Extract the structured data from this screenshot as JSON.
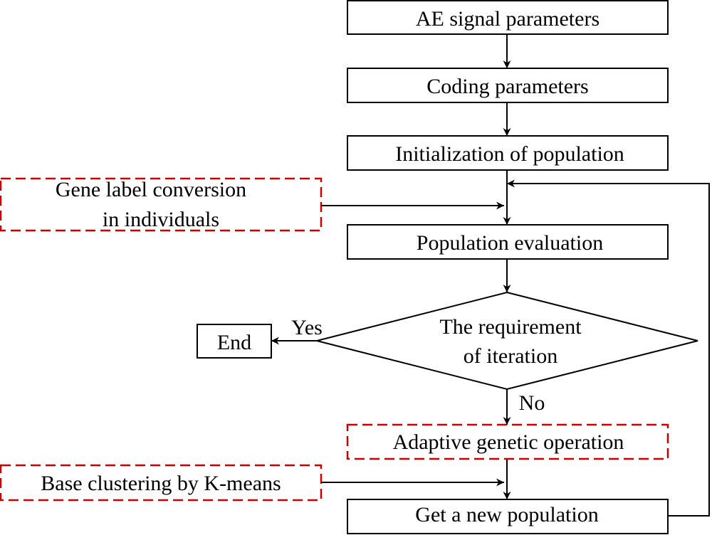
{
  "nodes": {
    "ae_signal": "AE signal parameters",
    "coding": "Coding parameters",
    "init_population": "Initialization of population",
    "gene_label_line1": "Gene label conversion",
    "gene_label_line2": "in individuals",
    "population_eval": "Population evaluation",
    "decision_line1": "The requirement",
    "decision_line2": "of iteration",
    "end": "End",
    "adaptive_genetic": "Adaptive genetic operation",
    "base_clustering": "Base clustering by K-means",
    "new_population": "Get a new population"
  },
  "edges": {
    "yes_label": "Yes",
    "no_label": "No"
  },
  "colors": {
    "dashed_border": "#cc0000",
    "stroke": "#000000",
    "background": "#ffffff"
  }
}
